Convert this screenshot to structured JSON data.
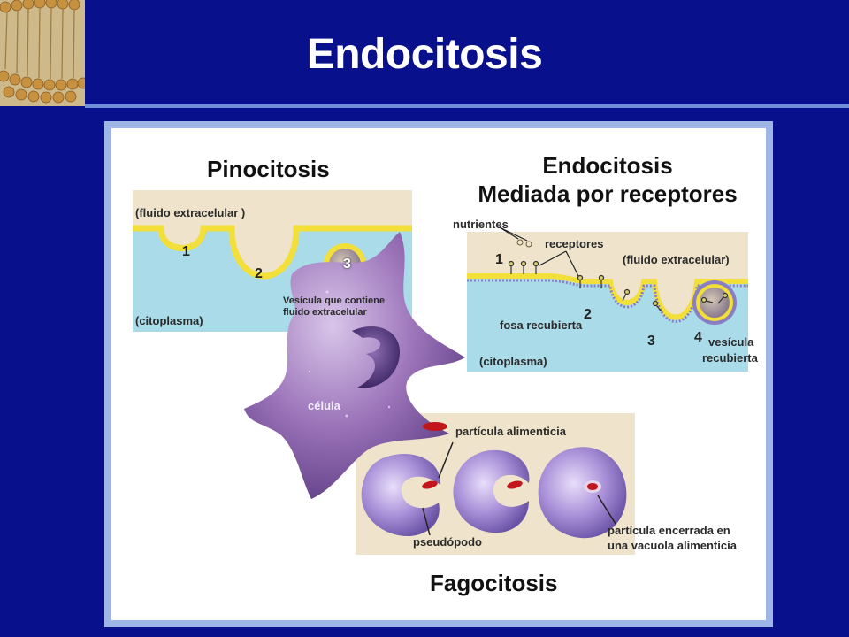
{
  "slide": {
    "title": "Endocitosis"
  },
  "pinocitosis": {
    "heading": "Pinocitosis",
    "extracellular_label": "(fluido extracelular )",
    "cytoplasm_label": "(citoplasma)",
    "steps": [
      "1",
      "2",
      "3"
    ],
    "vesicle_caption_line1": "Vesícula que contiene",
    "vesicle_caption_line2": "fluido extracelular"
  },
  "receptor_endocytosis": {
    "heading_line1": "Endocitosis",
    "heading_line2": "Mediada por receptores",
    "nutrients_label": "nutrientes",
    "receptors_label": "receptores",
    "extracellular_label": "(fluido extracelular)",
    "coated_pit_label": "fosa recubierta",
    "cytoplasm_label": "(citoplasma)",
    "coated_vesicle_line1": "vesícula",
    "coated_vesicle_line2": "recubierta",
    "steps": [
      "1",
      "2",
      "3",
      "4"
    ]
  },
  "cell": {
    "label": "célula"
  },
  "fagocitosis": {
    "heading": "Fagocitosis",
    "food_particle_label": "partícula alimenticia",
    "pseudopod_label": "pseudópodo",
    "enclosed_line1": "partícula encerrada en",
    "enclosed_line2": "una vacuola alimenticia"
  },
  "colors": {
    "background": "#08108c",
    "cytoplasm": "#a9dbe9",
    "extracellular": "#efe4cb",
    "membrane": "#f2df3a",
    "cell": "#9a72b8",
    "particle": "#c0161c"
  }
}
